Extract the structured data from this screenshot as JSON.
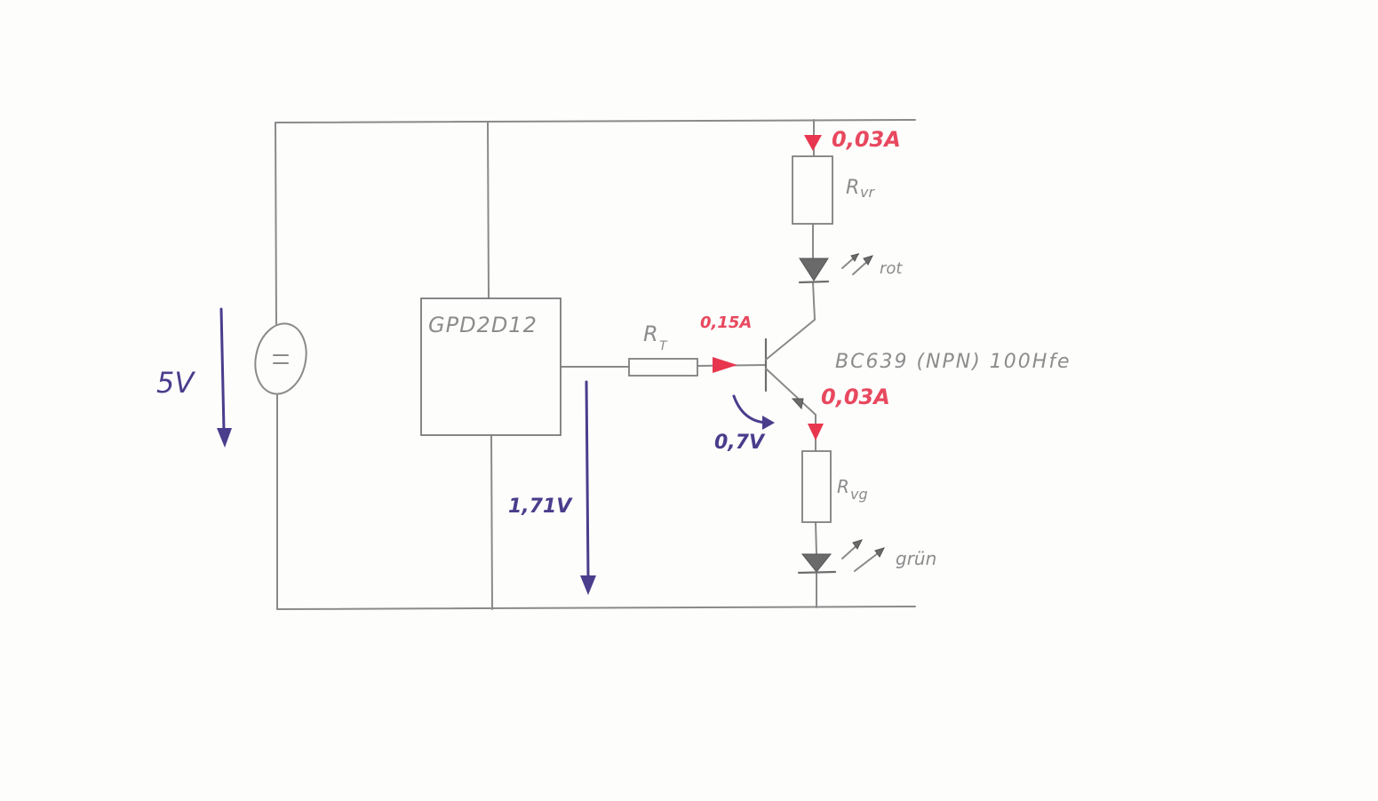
{
  "ic_label": "GPD2D12",
  "transistor_label": "BC639 (NPN) 100Hfe",
  "resistors": {
    "top": {
      "name": "Rvr",
      "main": "R",
      "sub": "vr"
    },
    "base": {
      "name": "RT",
      "main": "R",
      "sub": "T"
    },
    "bottom": {
      "name": "Rvg",
      "main": "R",
      "sub": "vg"
    }
  },
  "leds": {
    "top": "rot",
    "bottom": "grün"
  },
  "currents": {
    "collector": "0,03A",
    "base": "0,15A",
    "emitter": "0,03A"
  },
  "voltages": {
    "supply": "5V",
    "ic_output": "1,71V",
    "base_emitter": "0,7V"
  },
  "supply_symbol": "=",
  "colors": {
    "wire": "#8a8a8a",
    "current": "#e8364e",
    "voltage": "#4a3d8c"
  }
}
